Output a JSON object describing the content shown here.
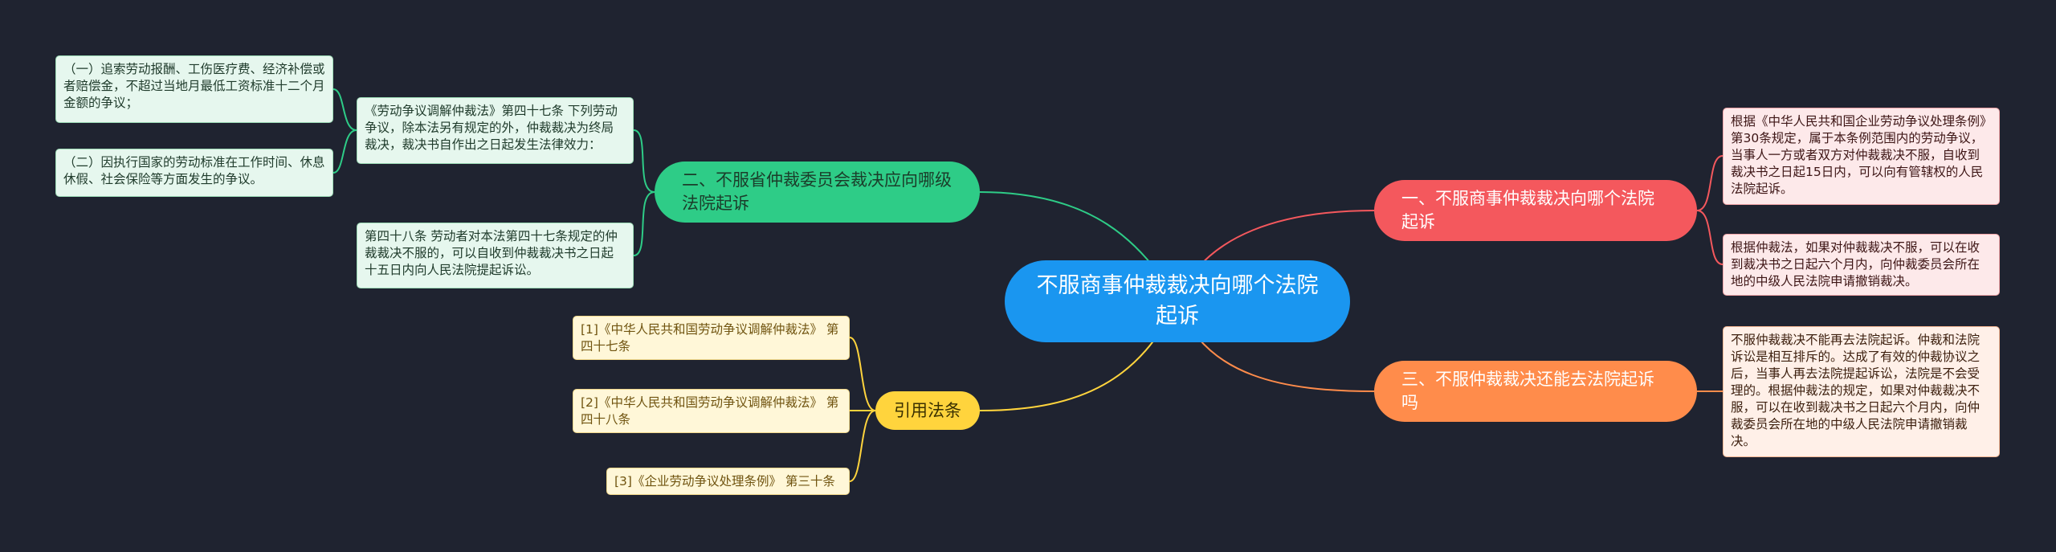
{
  "colors": {
    "background": "#1f2330",
    "root": "#1a96f0",
    "green": "#2ecc87",
    "red": "#f4585d",
    "orange": "#ff8c4b",
    "yellow": "#ffd43d"
  },
  "root": {
    "label": "不服商事仲裁裁决向哪个法院起诉"
  },
  "branches": {
    "red": {
      "label": "一、不服商事仲裁裁决向哪个法院起诉",
      "children": [
        "根据《中华人民共和国企业劳动争议处理条例》第30条规定，属于本条例范围内的劳动争议，当事人一方或者双方对仲裁裁决不服，自收到裁决书之日起15日内，可以向有管辖权的人民法院起诉。",
        "根据仲裁法，如果对仲裁裁决不服，可以在收到裁决书之日起六个月内，向仲裁委员会所在地的中级人民法院申请撤销裁决。"
      ]
    },
    "green": {
      "label": "二、不服省仲裁委员会裁决应向哪级法院起诉",
      "children": [
        "《劳动争议调解仲裁法》第四十七条 下列劳动争议，除本法另有规定的外，仲裁裁决为终局裁决，裁决书自作出之日起发生法律效力：",
        "第四十八条 劳动者对本法第四十七条规定的仲裁裁决不服的，可以自收到仲裁裁决书之日起十五日内向人民法院提起诉讼。"
      ],
      "subchildren": [
        "（一）追索劳动报酬、工伤医疗费、经济补偿或者赔偿金，不超过当地月最低工资标准十二个月金额的争议；",
        "（二）因执行国家的劳动标准在工作时间、休息休假、社会保险等方面发生的争议。"
      ]
    },
    "orange": {
      "label": "三、不服仲裁裁决还能去法院起诉吗",
      "children": [
        "不服仲裁裁决不能再去法院起诉。仲裁和法院诉讼是相互排斥的。达成了有效的仲裁协议之后，当事人再去法院提起诉讼，法院是不会受理的。根据仲裁法的规定，如果对仲裁裁决不服，可以在收到裁决书之日起六个月内，向仲裁委员会所在地的中级人民法院申请撤销裁决。"
      ]
    },
    "yellow": {
      "label": "引用法条",
      "children": [
        "[1]《中华人民共和国劳动争议调解仲裁法》 第四十七条",
        "[2]《中华人民共和国劳动争议调解仲裁法》 第四十八条",
        "[3]《企业劳动争议处理条例》 第三十条"
      ]
    }
  }
}
